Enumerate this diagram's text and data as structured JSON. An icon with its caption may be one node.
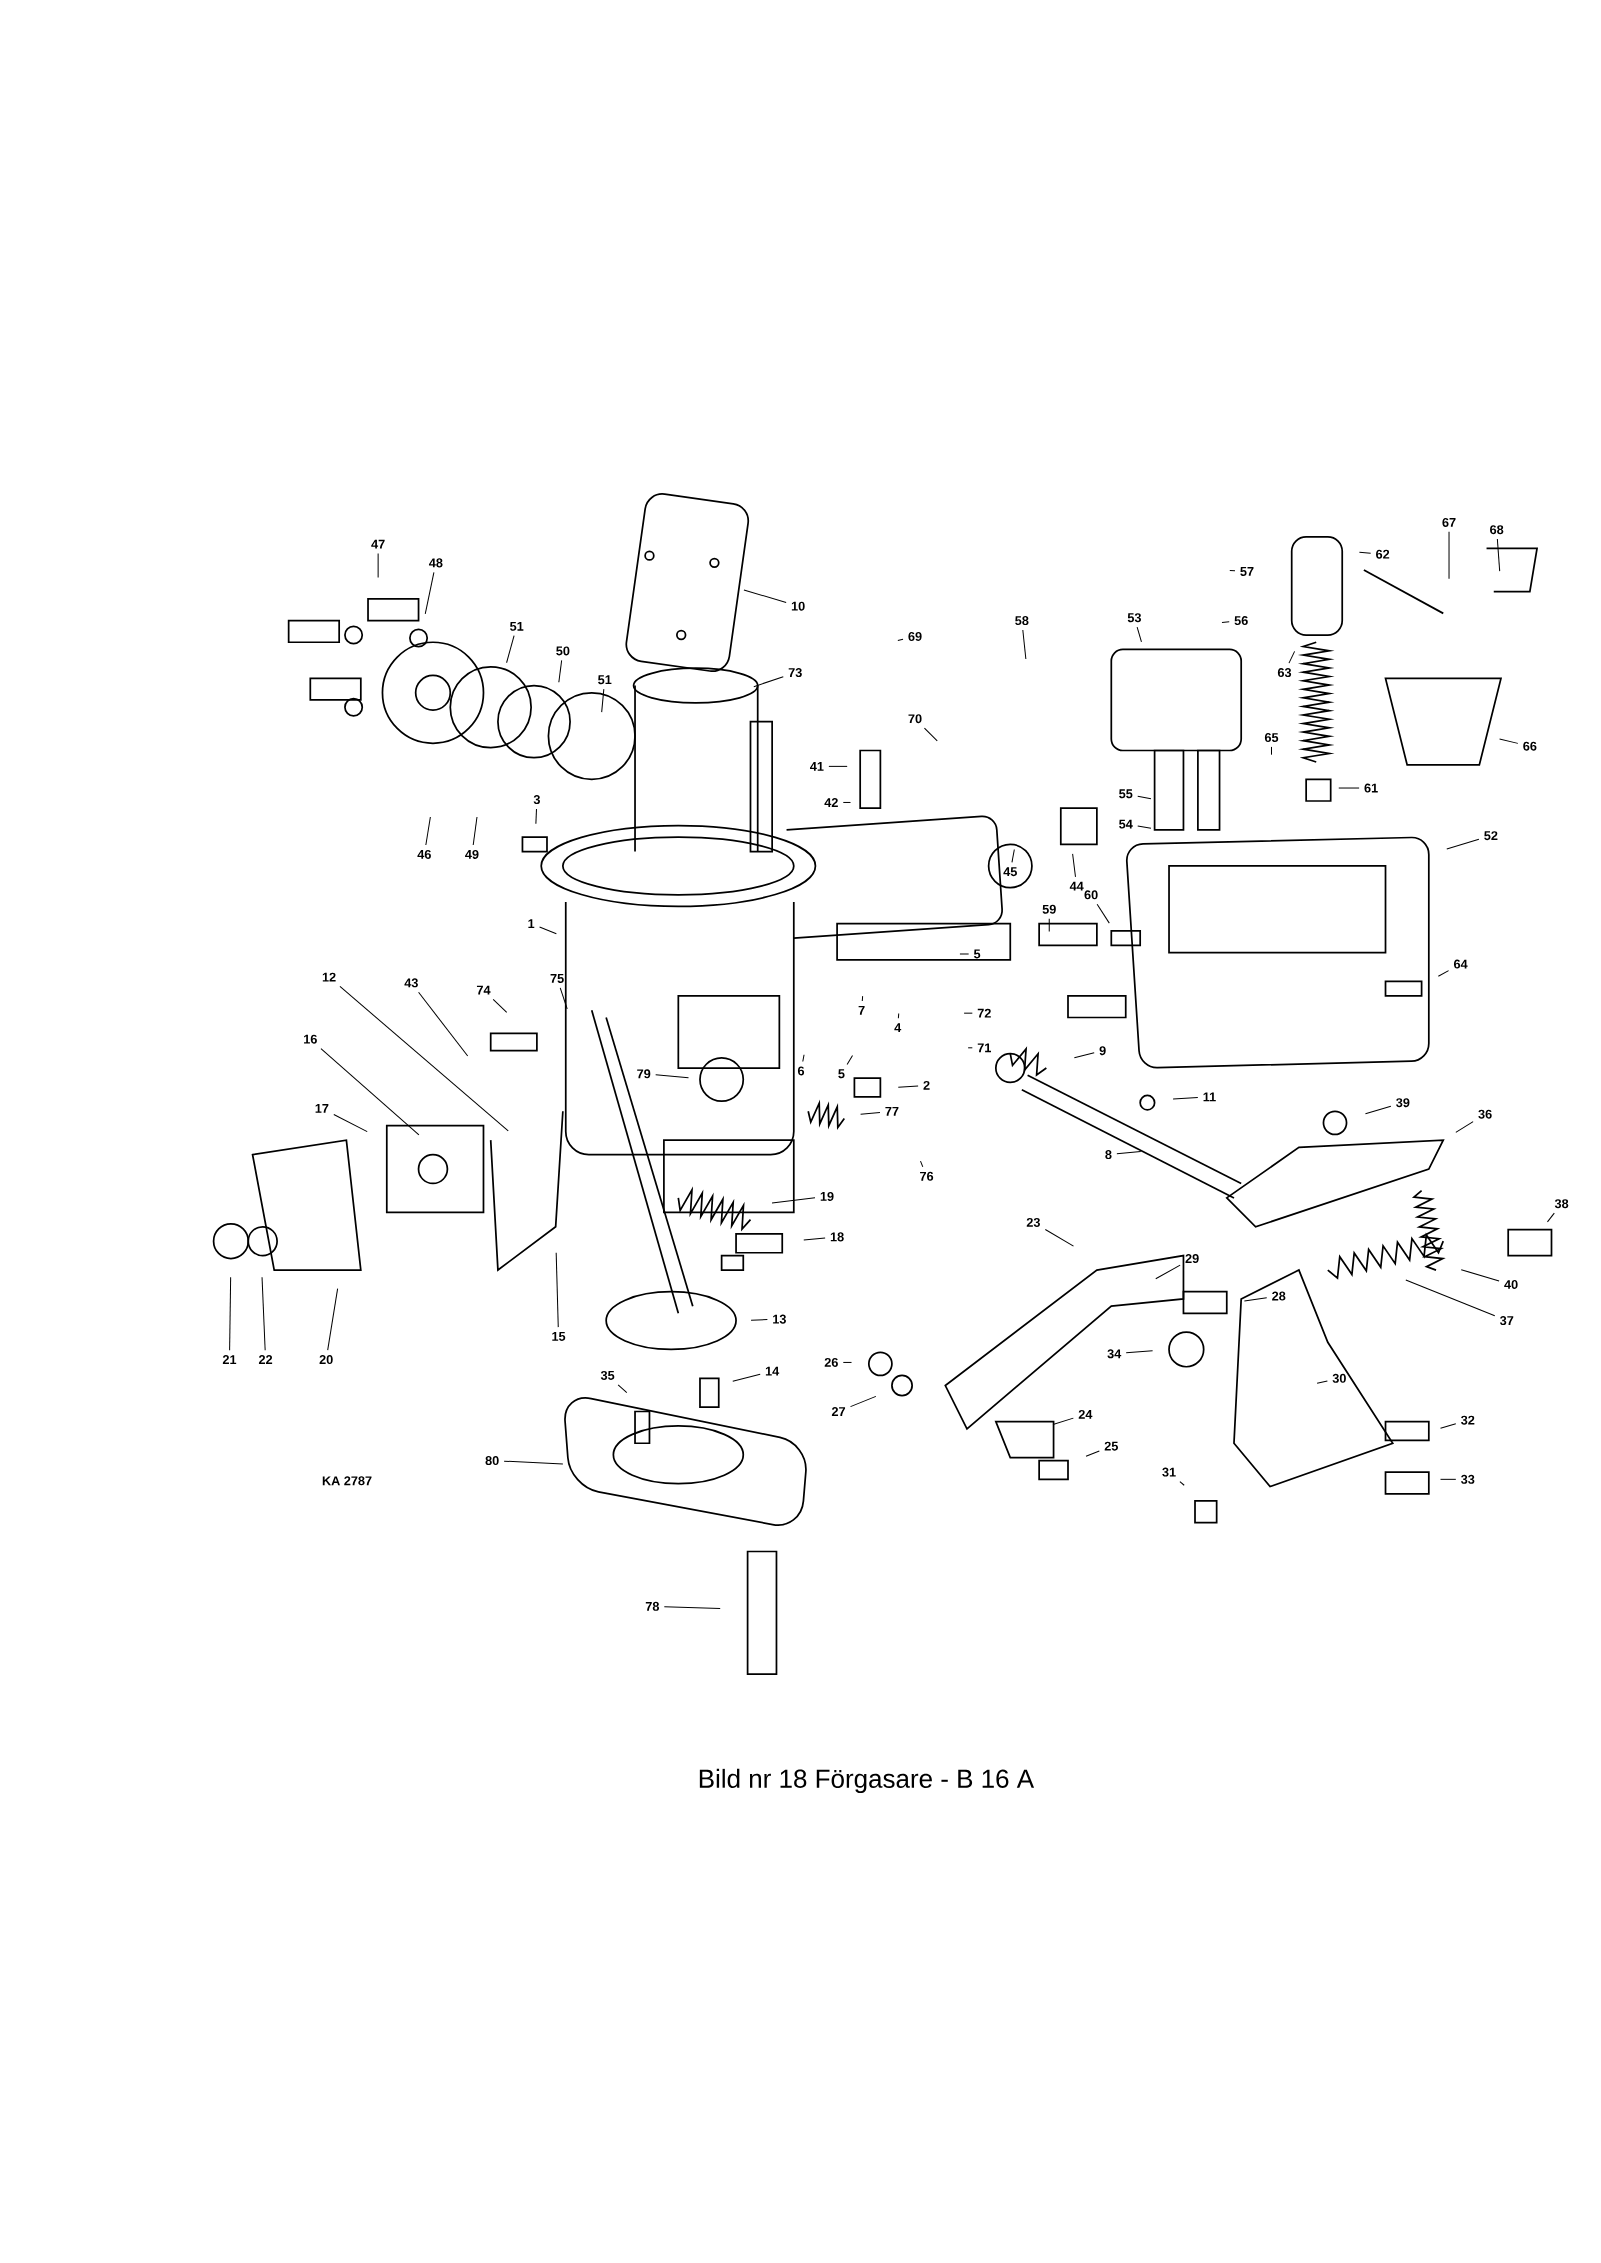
{
  "diagram": {
    "caption": "Bild nr 18 Förgasare - B 16 A",
    "nodes": [
      {
        "text": [
          "47"
        ]
      },
      {
        "text": [
          "48"
        ]
      },
      {
        "text": [
          "10"
        ]
      },
      {
        "text": [
          "51"
        ]
      },
      {
        "text": [
          "50"
        ]
      },
      {
        "text": [
          "51"
        ]
      },
      {
        "text": [
          "73"
        ]
      },
      {
        "text": [
          "69"
        ]
      },
      {
        "text": [
          "58"
        ]
      },
      {
        "text": [
          "53"
        ]
      },
      {
        "text": [
          "57"
        ]
      },
      {
        "text": [
          "56"
        ]
      },
      {
        "text": [
          "62"
        ]
      },
      {
        "text": [
          "67"
        ]
      },
      {
        "text": [
          "68"
        ]
      },
      {
        "text": [
          "63"
        ]
      },
      {
        "text": [
          "66"
        ]
      },
      {
        "text": [
          "65"
        ]
      },
      {
        "text": [
          "70"
        ]
      },
      {
        "text": [
          "41"
        ]
      },
      {
        "text": [
          "42"
        ]
      },
      {
        "text": [
          "61"
        ]
      },
      {
        "text": [
          "52"
        ]
      },
      {
        "text": [
          "55"
        ]
      },
      {
        "text": [
          "54"
        ]
      },
      {
        "text": [
          "3"
        ]
      },
      {
        "text": [
          "46"
        ]
      },
      {
        "text": [
          "49"
        ]
      },
      {
        "text": [
          "45"
        ]
      },
      {
        "text": [
          "44"
        ]
      },
      {
        "text": [
          "1"
        ]
      },
      {
        "text": [
          "59"
        ]
      },
      {
        "text": [
          "60"
        ]
      },
      {
        "text": [
          "5"
        ]
      },
      {
        "text": [
          "64"
        ]
      },
      {
        "text": [
          "12"
        ]
      },
      {
        "text": [
          "43"
        ]
      },
      {
        "text": [
          "74"
        ]
      },
      {
        "text": [
          "75"
        ]
      },
      {
        "text": [
          "72"
        ]
      },
      {
        "text": [
          "7"
        ]
      },
      {
        "text": [
          "4"
        ]
      },
      {
        "text": [
          "16"
        ]
      },
      {
        "text": [
          "9"
        ]
      },
      {
        "text": [
          "71"
        ]
      },
      {
        "text": [
          "6"
        ]
      },
      {
        "text": [
          "5"
        ]
      },
      {
        "text": [
          "79"
        ]
      },
      {
        "text": [
          "2"
        ]
      },
      {
        "text": [
          "11"
        ]
      },
      {
        "text": [
          "17"
        ]
      },
      {
        "text": [
          "77"
        ]
      },
      {
        "text": [
          "39"
        ]
      },
      {
        "text": [
          "36"
        ]
      },
      {
        "text": [
          "76"
        ]
      },
      {
        "text": [
          "8"
        ]
      },
      {
        "text": [
          "19"
        ]
      },
      {
        "text": [
          "38"
        ]
      },
      {
        "text": [
          "18"
        ]
      },
      {
        "text": [
          "23"
        ]
      },
      {
        "text": [
          "40"
        ]
      },
      {
        "text": [
          "29"
        ]
      },
      {
        "text": [
          "28"
        ]
      },
      {
        "text": [
          "37"
        ]
      },
      {
        "text": [
          "21"
        ]
      },
      {
        "text": [
          "22"
        ]
      },
      {
        "text": [
          "20"
        ]
      },
      {
        "text": [
          "15"
        ]
      },
      {
        "text": [
          "13"
        ]
      },
      {
        "text": [
          "35"
        ]
      },
      {
        "text": [
          "14"
        ]
      },
      {
        "text": [
          "26"
        ]
      },
      {
        "text": [
          "34"
        ]
      },
      {
        "text": [
          "30"
        ]
      },
      {
        "text": [
          "27"
        ]
      },
      {
        "text": [
          "24"
        ]
      },
      {
        "text": [
          "32"
        ]
      },
      {
        "text": [
          "80"
        ]
      },
      {
        "text": [
          "25"
        ]
      },
      {
        "text": [
          "33"
        ]
      },
      {
        "text": [
          "31"
        ]
      },
      {
        "text": [
          "78"
        ]
      }
    ],
    "edges": [
      {
        "from": 0,
        "to": null,
        "arrow": "none"
      },
      {
        "from": 1,
        "to": null,
        "arrow": "none"
      },
      {
        "from": 2,
        "to": null,
        "arrow": "none"
      },
      {
        "from": 3,
        "to": null,
        "arrow": "none"
      },
      {
        "from": 4,
        "to": null,
        "arrow": "none"
      },
      {
        "from": 5,
        "to": null,
        "arrow": "none"
      },
      {
        "from": 6,
        "to": null,
        "arrow": "none"
      },
      {
        "from": 7,
        "to": null,
        "arrow": "none"
      },
      {
        "from": 8,
        "to": null,
        "arrow": "none"
      },
      {
        "from": 9,
        "to": null,
        "arrow": "none"
      },
      {
        "from": 10,
        "to": null,
        "arrow": "none"
      },
      {
        "from": 11,
        "to": null,
        "arrow": "none"
      },
      {
        "from": 12,
        "to": null,
        "arrow": "none"
      },
      {
        "from": 13,
        "to": null,
        "arrow": "none"
      },
      {
        "from": 14,
        "to": null,
        "arrow": "none"
      },
      {
        "from": 15,
        "to": null,
        "arrow": "none"
      },
      {
        "from": 16,
        "to": null,
        "arrow": "none"
      },
      {
        "from": 17,
        "to": null,
        "arrow": "none"
      },
      {
        "from": 18,
        "to": null,
        "arrow": "none"
      },
      {
        "from": 19,
        "to": null,
        "arrow": "none"
      },
      {
        "from": 20,
        "to": null,
        "arrow": "none"
      },
      {
        "from": 21,
        "to": null,
        "arrow": "none"
      },
      {
        "from": 22,
        "to": null,
        "arrow": "none"
      },
      {
        "from": 23,
        "to": null,
        "arrow": "none"
      },
      {
        "from": 24,
        "to": null,
        "arrow": "none"
      },
      {
        "from": 25,
        "to": null,
        "arrow": "none"
      },
      {
        "from": 26,
        "to": null,
        "arrow": "none"
      },
      {
        "from": 27,
        "to": null,
        "arrow": "none"
      },
      {
        "from": 28,
        "to": null,
        "arrow": "none"
      },
      {
        "from": 29,
        "to": null,
        "arrow": "none"
      },
      {
        "from": 30,
        "to": null,
        "arrow": "none"
      },
      {
        "from": 31,
        "to": null,
        "arrow": "none"
      },
      {
        "from": 32,
        "to": null,
        "arrow": "none"
      },
      {
        "from": 33,
        "to": null,
        "arrow": "none"
      },
      {
        "from": 34,
        "to": null,
        "arrow": "none"
      },
      {
        "from": 35,
        "to": null,
        "arrow": "none"
      },
      {
        "from": 36,
        "to": null,
        "arrow": "none"
      },
      {
        "from": 37,
        "to": null,
        "arrow": "none"
      },
      {
        "from": 38,
        "to": null,
        "arrow": "none"
      },
      {
        "from": 39,
        "to": null,
        "arrow": "none"
      },
      {
        "from": 40,
        "to": null,
        "arrow": "none"
      },
      {
        "from": 41,
        "to": null,
        "arrow": "none"
      },
      {
        "from": 42,
        "to": null,
        "arrow": "none"
      },
      {
        "from": 43,
        "to": null,
        "arrow": "none"
      },
      {
        "from": 44,
        "to": null,
        "arrow": "none"
      },
      {
        "from": 45,
        "to": null,
        "arrow": "none"
      },
      {
        "from": 46,
        "to": null,
        "arrow": "none"
      },
      {
        "from": 47,
        "to": null,
        "arrow": "none"
      },
      {
        "from": 48,
        "to": null,
        "arrow": "none"
      },
      {
        "from": 49,
        "to": null,
        "arrow": "none"
      },
      {
        "from": 50,
        "to": null,
        "arrow": "none"
      },
      {
        "from": 51,
        "to": null,
        "arrow": "none"
      },
      {
        "from": 52,
        "to": null,
        "arrow": "none"
      },
      {
        "from": 53,
        "to": null,
        "arrow": "none"
      },
      {
        "from": 54,
        "to": null,
        "arrow": "none"
      },
      {
        "from": 55,
        "to": null,
        "arrow": "none"
      },
      {
        "from": 56,
        "to": null,
        "arrow": "none"
      },
      {
        "from": 57,
        "to": null,
        "arrow": "none"
      },
      {
        "from": 58,
        "to": null,
        "arrow": "none"
      },
      {
        "from": 59,
        "to": null,
        "arrow": "none"
      },
      {
        "from": 60,
        "to": null,
        "arrow": "none"
      },
      {
        "from": 61,
        "to": null,
        "arrow": "none"
      },
      {
        "from": 62,
        "to": null,
        "arrow": "none"
      },
      {
        "from": 63,
        "to": null,
        "arrow": "none"
      },
      {
        "from": 64,
        "to": null,
        "arrow": "none"
      },
      {
        "from": 65,
        "to": null,
        "arrow": "none"
      },
      {
        "from": 66,
        "to": null,
        "arrow": "none"
      },
      {
        "from": 67,
        "to": null,
        "arrow": "none"
      },
      {
        "from": 68,
        "to": null,
        "arrow": "none"
      },
      {
        "from": 69,
        "to": null,
        "arrow": "none"
      },
      {
        "from": 70,
        "to": null,
        "arrow": "none"
      },
      {
        "from": 71,
        "to": null,
        "arrow": "none"
      },
      {
        "from": 72,
        "to": null,
        "arrow": "none"
      },
      {
        "from": 73,
        "to": null,
        "arrow": "none"
      },
      {
        "from": 74,
        "to": null,
        "arrow": "none"
      },
      {
        "from": 75,
        "to": null,
        "arrow": "none"
      },
      {
        "from": 76,
        "to": null,
        "arrow": "none"
      },
      {
        "from": 77,
        "to": null,
        "arrow": "none"
      },
      {
        "from": 78,
        "to": null,
        "arrow": "none"
      },
      {
        "from": 79,
        "to": null,
        "arrow": "none"
      },
      {
        "from": 80,
        "to": null,
        "arrow": "none"
      },
      {
        "from": 81,
        "to": null,
        "arrow": "none"
      }
    ],
    "labels": [
      "KA 2787"
    ]
  }
}
